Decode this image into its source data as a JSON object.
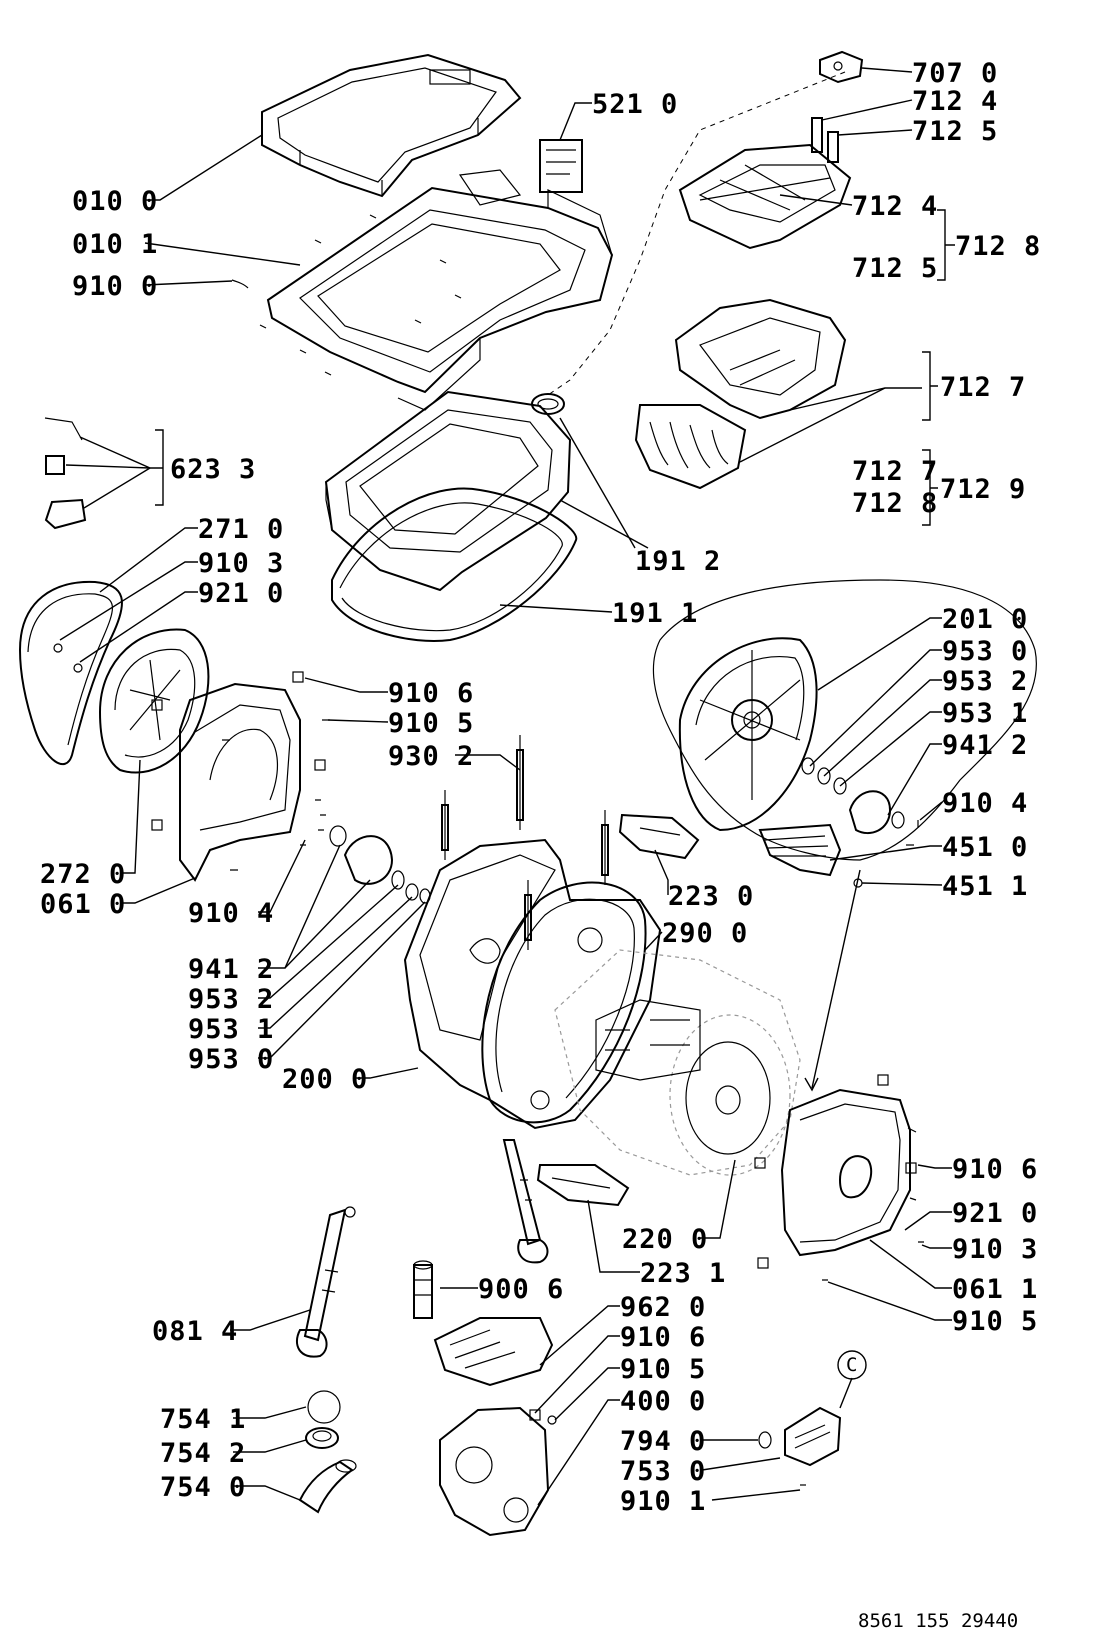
{
  "labels": {
    "p0100": "010 0",
    "p0101": "010 1",
    "p9100": "910 0",
    "p5210": "521 0",
    "p7070": "707 0",
    "p7124a": "712 4",
    "p7125a": "712 5",
    "p7124b": "712 4",
    "p7125b": "712 5",
    "p7128a": "712 8",
    "p7127a": "712 7",
    "p7127b": "712 7",
    "p7128b": "712 8",
    "p7129": "712 9",
    "p6233": "623 3",
    "p2710": "271 0",
    "p9103a": "910 3",
    "p9210a": "921 0",
    "p1912": "191 2",
    "p1911": "191 1",
    "p2010": "201 0",
    "p9530a": "953 0",
    "p9532a": "953 2",
    "p9531a": "953 1",
    "p9412a": "941 2",
    "p9104a": "910 4",
    "p4510": "451 0",
    "p4511": "451 1",
    "p9106a": "910 6",
    "p9105a": "910 5",
    "p9302": "930 2",
    "p2720": "272 0",
    "p0610": "061 0",
    "p9104b": "910 4",
    "p2230": "223 0",
    "p2900": "290 0",
    "p9412b": "941 2",
    "p9532b": "953 2",
    "p9531b": "953 1",
    "p9530b": "953 0",
    "p2000": "200 0",
    "p9106b": "910 6",
    "p9210b": "921 0",
    "p9103b": "910 3",
    "p2200": "220 0",
    "p2231": "223 1",
    "p0611": "061 1",
    "p9105b": "910 5",
    "p9006": "900 6",
    "p0814": "081 4",
    "p9620": "962 0",
    "p9106c": "910 6",
    "p9105c": "910 5",
    "p4000": "400 0",
    "p7541": "754 1",
    "p7542": "754 2",
    "p7540": "754 0",
    "p7940": "794 0",
    "p7530": "753 0",
    "p9101": "910 1"
  },
  "callout_c": "C",
  "drawing_number": "8561 155 29440"
}
